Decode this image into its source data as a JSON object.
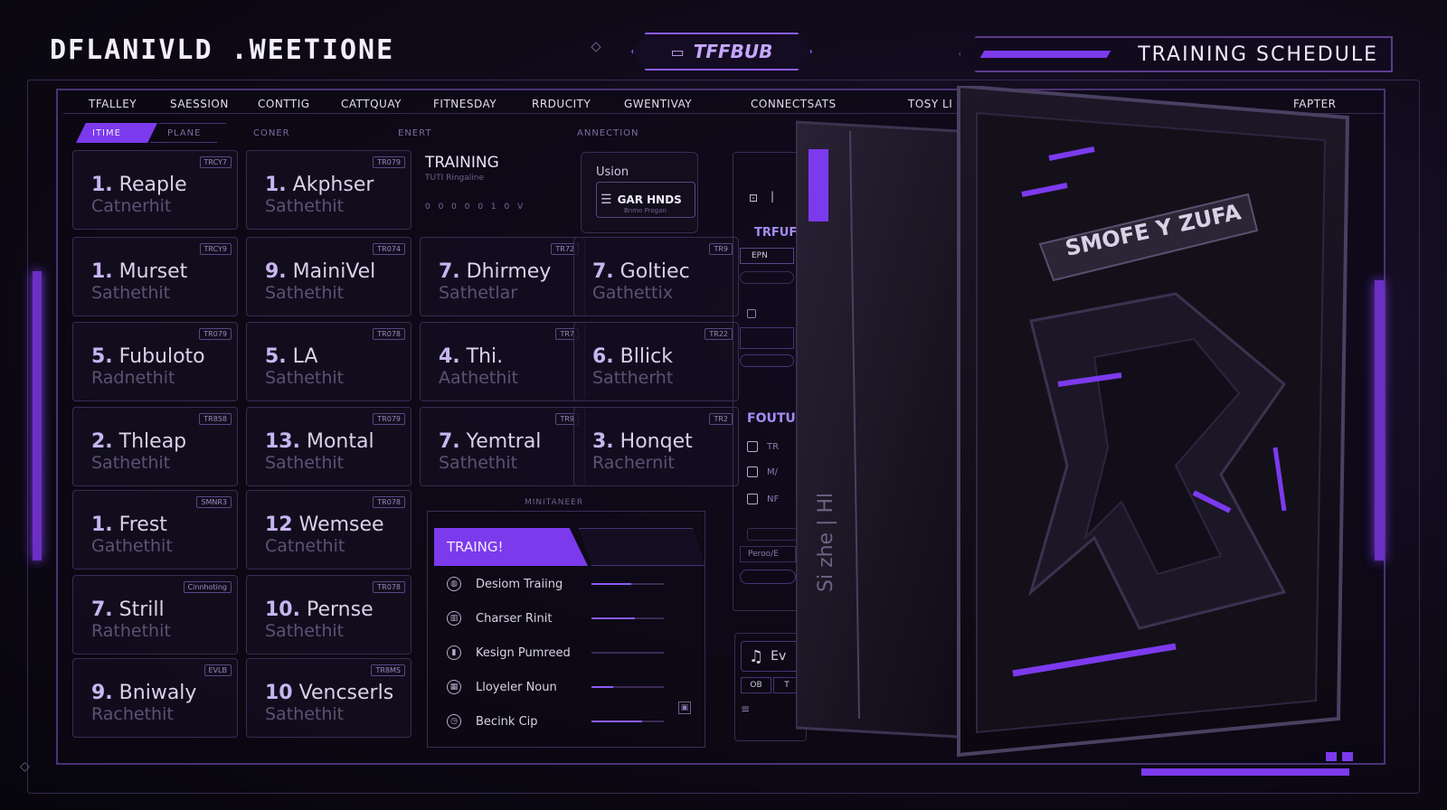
{
  "app": {
    "title": "DFLANIVLD .WEETIONE",
    "badge": "TFFBUB"
  },
  "header": {
    "right_title": "TRAINING SCHEDULE"
  },
  "nav": [
    "TFALLEY",
    "SAESSION",
    "CONTTIG",
    "CATTQUAY",
    "FITNESDAY",
    "RRDUCITY",
    "GWENTIVAY",
    "CONNECTSATS",
    "TOSY LI",
    "FAPTER"
  ],
  "subnav": [
    "ITIME",
    "PLANE",
    "CONER",
    "ENERT",
    "ANNECTION"
  ],
  "cards": [
    {
      "num": "1.",
      "name": "Reaple",
      "sub": "Catnerhit",
      "tag": "TRCY7"
    },
    {
      "num": "1.",
      "name": "Akphser",
      "sub": "Sathethit",
      "tag": "TR079"
    },
    {
      "num": "1.",
      "name": "Murset",
      "sub": "Sathethit",
      "tag": "TRCY9"
    },
    {
      "num": "9.",
      "name": "MainiVel",
      "sub": "Sathethit",
      "tag": "TR074"
    },
    {
      "num": "7.",
      "name": "Dhirmey",
      "sub": "Sathetlar",
      "tag": "TR72"
    },
    {
      "num": "7.",
      "name": "Goltiec",
      "sub": "Gathettix",
      "tag": "TR9"
    },
    {
      "num": "5.",
      "name": "Fubuloto",
      "sub": "Radnethit",
      "tag": "TR079"
    },
    {
      "num": "5.",
      "name": "LA",
      "sub": "Sathethit",
      "tag": "TR078"
    },
    {
      "num": "4.",
      "name": "Thi.",
      "sub": "Aathethit",
      "tag": "TR7"
    },
    {
      "num": "6.",
      "name": "Bllick",
      "sub": "Sattherht",
      "tag": "TR22"
    },
    {
      "num": "2.",
      "name": "Thleap",
      "sub": "Sathethit",
      "tag": "TR858"
    },
    {
      "num": "13.",
      "name": "Montal",
      "sub": "Sathethit",
      "tag": "TR079"
    },
    {
      "num": "7.",
      "name": "Yemtral",
      "sub": "Sathethit",
      "tag": "TR9"
    },
    {
      "num": "3.",
      "name": "Honqet",
      "sub": "Rachernit",
      "tag": "TR2"
    },
    {
      "num": "1.",
      "name": "Frest",
      "sub": "Gathethit",
      "tag": "SMNR3"
    },
    {
      "num": "12",
      "name": "Wemsee",
      "sub": "Catnethit",
      "tag": "TR078"
    },
    {
      "num": "7.",
      "name": "Strill",
      "sub": "Rathethit",
      "tag": "Cinnhoting"
    },
    {
      "num": "10.",
      "name": "Pernse",
      "sub": "Sathethit",
      "tag": "TR078"
    },
    {
      "num": "9.",
      "name": "Bniwaly",
      "sub": "Rachethit",
      "tag": "EVLB"
    },
    {
      "num": "10",
      "name": "Vencserls",
      "sub": "Sathethit",
      "tag": "TR8MS"
    }
  ],
  "training_panel": {
    "title": "TRAINING",
    "subtitle": "TUTI Ringaline",
    "dots": "0 0 0 0 0 1 0 V"
  },
  "vision": {
    "label": "Usion",
    "button": "GAR HNDS",
    "button_sub": "Bnmo Progan"
  },
  "mid_label": "MINITANEER",
  "training_bar": "TRAING!",
  "training_list": [
    {
      "label": "Desiom Traiing",
      "icon": "globe-icon",
      "fill": 0.55
    },
    {
      "label": "Charser Rinit",
      "icon": "chart-icon",
      "fill": 0.6
    },
    {
      "label": "Kesign Pumreed",
      "icon": "bar-icon",
      "fill": 0.0
    },
    {
      "label": "Lloyeler Noun",
      "icon": "calendar-icon",
      "fill": 0.3
    },
    {
      "label": "Becink Cip",
      "icon": "clock-icon",
      "fill": 0.7
    }
  ],
  "right_panel": {
    "heading_top": "TRFUF",
    "pill": "EPN",
    "heading_mid": "FOUTU",
    "checks": [
      "TR",
      "M/",
      "NF"
    ],
    "field": "Peroo/E"
  },
  "music": {
    "label": "Ev",
    "a": "OB",
    "b": "T"
  },
  "device": {
    "label": "SMOFE Y ZUFA",
    "side_text": "Si zhe | Hl"
  },
  "colors": {
    "accent": "#7c3aed",
    "bg": "#0b0812"
  }
}
